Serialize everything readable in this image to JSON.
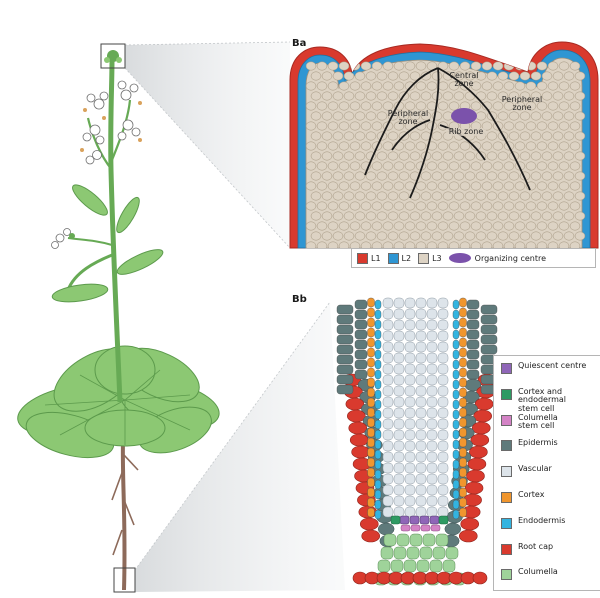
{
  "panel_labels": {
    "ba": "Ba",
    "bb": "Bb"
  },
  "zones": {
    "central": "Central\nzone",
    "peripheral_left": "Peripheral\nzone",
    "peripheral_right": "Peripheral\nzone",
    "rib": "Rib zone"
  },
  "legend_a": [
    {
      "label": "L1",
      "color": "#d93a2e"
    },
    {
      "label": "L2",
      "color": "#2f96d3"
    },
    {
      "label": "L3",
      "color": "#ddd3c4"
    },
    {
      "label": "Organizing centre",
      "color": "#7b52ab"
    }
  ],
  "legend_b": [
    {
      "label": "Quiescent centre",
      "color": "#8f66b8"
    },
    {
      "label": "Cortex and\nendodermal\nstem cell",
      "color": "#2e9a63"
    },
    {
      "label": "Columella\nstem cell",
      "color": "#d483c6"
    },
    {
      "label": "Epidermis",
      "color": "#5f7a7b"
    },
    {
      "label": "Vascular",
      "color": "#dde4ea"
    },
    {
      "label": "Cortex",
      "color": "#f0962e"
    },
    {
      "label": "Endodermis",
      "color": "#33b4e0"
    },
    {
      "label": "Root cap",
      "color": "#d93a2e"
    },
    {
      "label": "Columella",
      "color": "#9fd39a"
    }
  ],
  "colors": {
    "stem": "#67aa55",
    "leaf": "#8cc873",
    "leaf_dark": "#5c9a4c",
    "root": "#8d6a5a",
    "projection": "#d7dadc",
    "l3_cell": "#ddd3c4"
  }
}
